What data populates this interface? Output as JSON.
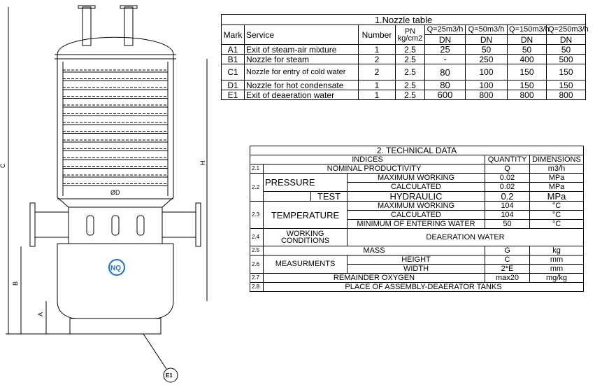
{
  "drawing": {
    "dimension_labels": {
      "c": "C",
      "h": "H",
      "b": "B",
      "a": "A",
      "d": "ØD"
    },
    "callout": "E1",
    "logo_letters": "NQ",
    "colors": {
      "line": "#000000",
      "logo": "#1a6fc4"
    }
  },
  "nozzle_table": {
    "title": "1.Nozzle table",
    "headers": {
      "mark": "Mark",
      "service": "Service",
      "number": "Number",
      "pn": "PN kg/cm2",
      "q1": "Q=25m3/h",
      "q2": "Q=50m3/h",
      "q3": "Q=150m3/h",
      "q4": "Q=250m3/h",
      "dn": "DN"
    },
    "rows": [
      {
        "mark": "A1",
        "service": "Exit of steam-air mixture",
        "number": "1",
        "pn": "2.5",
        "q1": "25",
        "q2": "50",
        "q3": "50",
        "q4": "50"
      },
      {
        "mark": "B1",
        "service": "Nozzle for steam",
        "number": "2",
        "pn": "2.5",
        "q1": "-",
        "q2": "250",
        "q3": "400",
        "q4": "500"
      },
      {
        "mark": "C1",
        "service": "Nozzle for entry of cold water",
        "number": "2",
        "pn": "2.5",
        "q1": "80",
        "q2": "100",
        "q3": "150",
        "q4": "150"
      },
      {
        "mark": "D1",
        "service": "Nozzle for hot condensate",
        "number": "1",
        "pn": "2.5",
        "q1": "80",
        "q2": "100",
        "q3": "150",
        "q4": "150"
      },
      {
        "mark": "E1",
        "service": "Exit of deaeration water",
        "number": "1",
        "pn": "2.5",
        "q1": "600",
        "q2": "800",
        "q3": "800",
        "q4": "800"
      }
    ]
  },
  "tech_table": {
    "title": "2. TECHNICAL DATA",
    "headers": {
      "indices": "INDICES",
      "quantity": "QUANTITY",
      "dimensions": "DIMENSIONS"
    },
    "r21": {
      "num": "2.1",
      "label": "NOMINAL PRODUCTIVITY",
      "qty": "Q",
      "dim": "m3/h"
    },
    "r22": {
      "num": "2.2",
      "group": "PRESSURE",
      "a": {
        "label": "MAXIMUM WORKING",
        "qty": "0.02",
        "dim": "MPa"
      },
      "b": {
        "label": "CALCULATED",
        "qty": "0.02",
        "dim": "MPa"
      },
      "c": {
        "sub": "TEST",
        "label": "HYDRAULIC",
        "qty": "0.2",
        "dim": "MPa"
      }
    },
    "r23": {
      "num": "2.3",
      "group": "TEMPERATURE",
      "a": {
        "label": "MAXIMUM WORKING",
        "qty": "104",
        "dim": "°C"
      },
      "b": {
        "label": "CALCULATED",
        "qty": "104",
        "dim": "°C"
      },
      "c": {
        "label": "MINIMUM OF ENTERING WATER",
        "qty": "50",
        "dim": "°C"
      }
    },
    "r24": {
      "num": "2.4",
      "label": "WORKING CONDITIONS",
      "value": "DEAERATION WATER"
    },
    "r25": {
      "num": "2.5",
      "label": "MASS",
      "qty": "G",
      "dim": "kg"
    },
    "r26": {
      "num": "2.6",
      "group": "MEASURMENTS",
      "a": {
        "label": "HEIGHT",
        "qty": "C",
        "dim": "mm"
      },
      "b": {
        "label": "WIDTH",
        "qty": "2*E",
        "dim": "mm"
      }
    },
    "r27": {
      "num": "2.7",
      "label": "REMAINDER OXYGEN",
      "qty": "max20",
      "dim": "mg/kg"
    },
    "r28": {
      "num": "2.8",
      "label": "PLACE OF ASSEMBLY-DEAERATOR TANKS"
    }
  }
}
